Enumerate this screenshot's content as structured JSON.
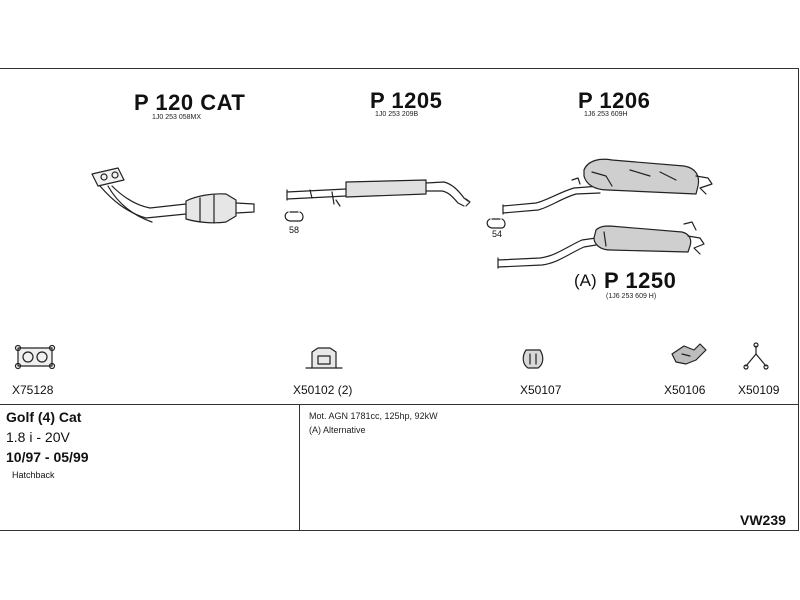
{
  "parts": {
    "p120": {
      "code": "P 120 CAT",
      "oem": "1J0 253 058MX"
    },
    "p1205": {
      "code": "P 1205",
      "oem": "1J0 253 209B"
    },
    "p1206": {
      "code": "P 1206",
      "oem": "1J6 253 609H"
    },
    "p1250": {
      "prefix": "(A)",
      "code": "P 1250",
      "oem": "(1J6 253 609 H)"
    }
  },
  "clamps": {
    "c58": "58",
    "c54": "54"
  },
  "accessories": [
    {
      "code": "X75128",
      "icon": "gasket-icon"
    },
    {
      "code": "X50102 (2)",
      "icon": "mount-bracket-icon"
    },
    {
      "code": "X50107",
      "icon": "rubber-hanger-icon"
    },
    {
      "code": "X50106",
      "icon": "hanger-clip-icon"
    },
    {
      "code": "X50109",
      "icon": "y-hanger-icon"
    }
  ],
  "vehicle": {
    "model": "Golf (4) Cat",
    "engine": "1.8 i - 20V",
    "years": "10/97 - 05/99",
    "body": "Hatchback"
  },
  "notes": {
    "engine_spec": "Mot. AGN 1781cc, 125hp, 92kW",
    "alternative": "(A) Alternative"
  },
  "diagram_code": "VW239"
}
